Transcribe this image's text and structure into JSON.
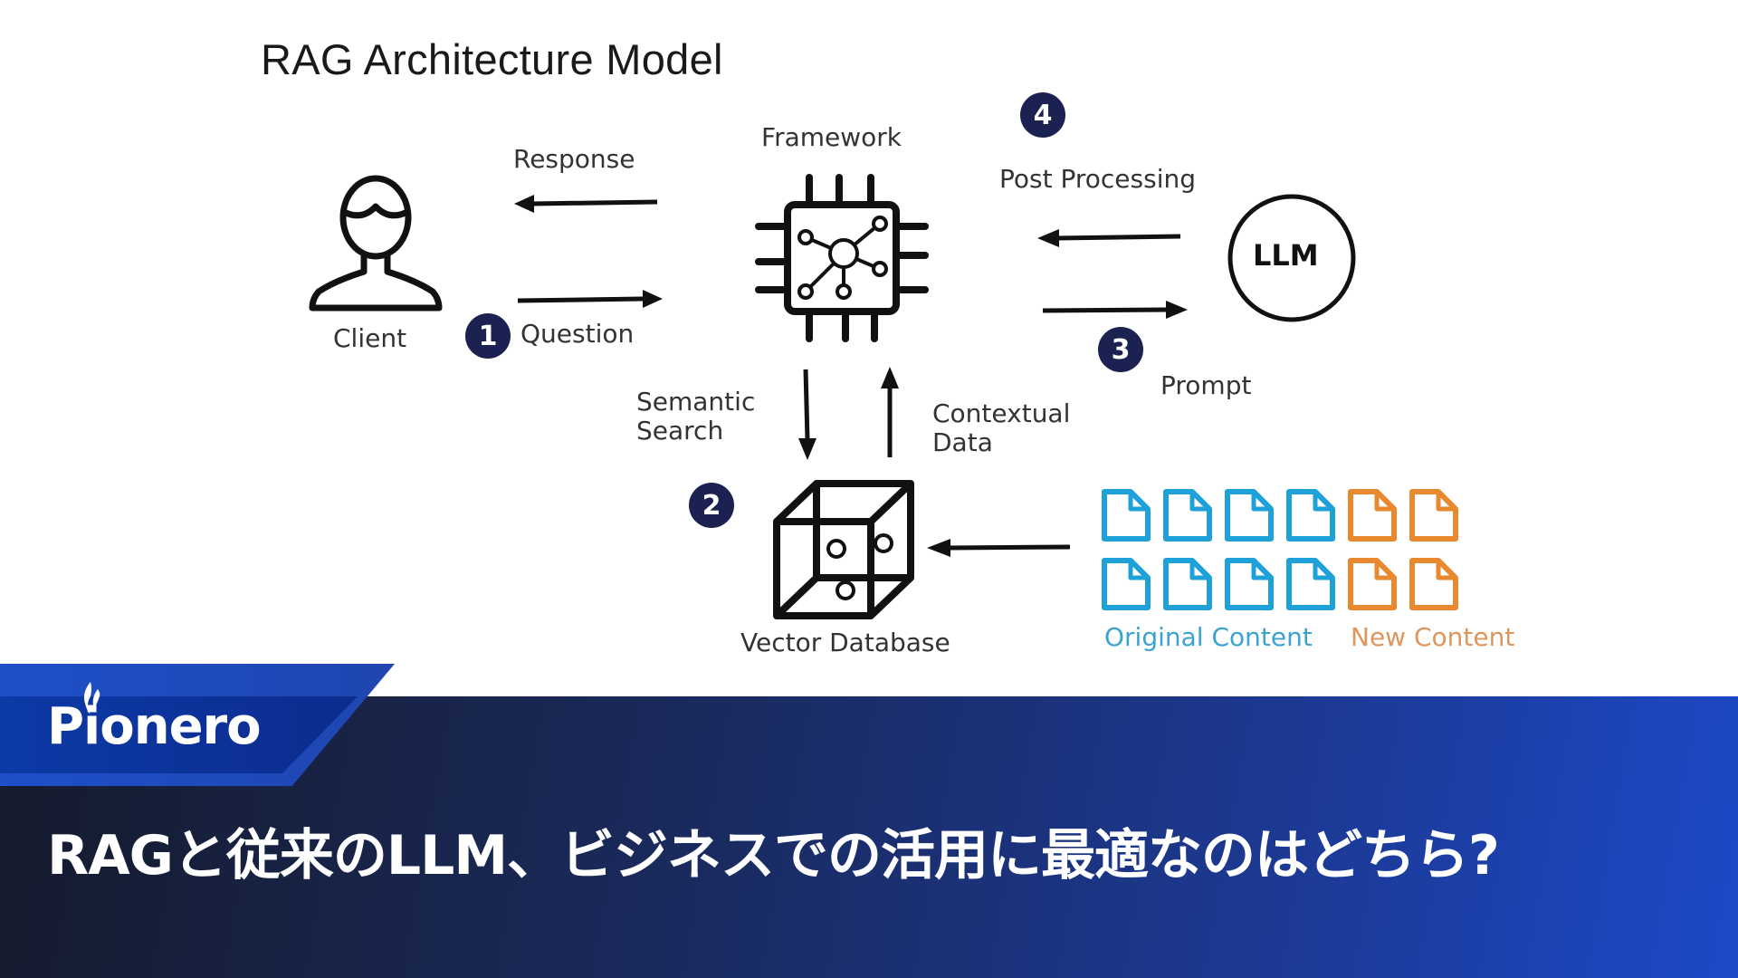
{
  "diagram": {
    "title": "RAG Architecture Model",
    "nodes": {
      "client": "Client",
      "framework": "Framework",
      "llm": "LLM",
      "vector_db": "Vector Database"
    },
    "edges": {
      "response": "Response",
      "question": "Question",
      "post_processing": "Post Processing",
      "prompt": "Prompt",
      "semantic_search_line1": "Semantic",
      "semantic_search_line2": "Search",
      "contextual_data_line1": "Contextual",
      "contextual_data_line2": "Data"
    },
    "steps": [
      "1",
      "2",
      "3",
      "4"
    ],
    "content": {
      "original_label": "Original Content",
      "new_label": "New Content",
      "original_color": "#1ea0d8",
      "new_color": "#e8892f",
      "original_doc_count": 8,
      "new_doc_count": 4
    }
  },
  "banner": {
    "brand": "Pionero",
    "headline": "RAGと従来のLLM、ビジネスでの活用に最適なのはどちら?",
    "colors": {
      "dark": "#151b2c",
      "blue": "#1d49c8",
      "badge": "#1b2150"
    }
  }
}
